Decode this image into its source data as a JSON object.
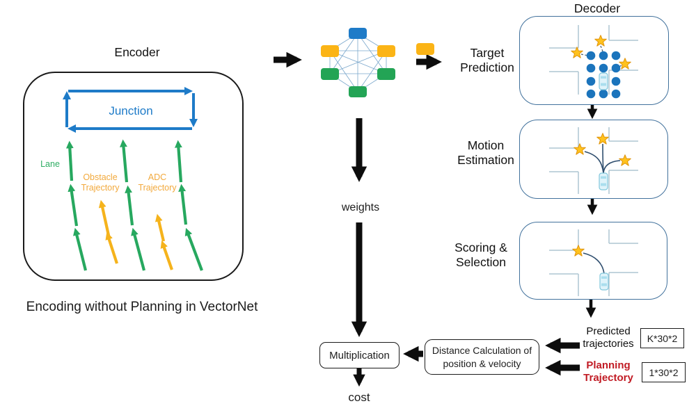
{
  "encoder": {
    "title": "Encoder",
    "junction_label": "Junction",
    "lane_label": "Lane",
    "obstacle_label": "Obstacle Trajectory",
    "adc_label": "ADC Trajectory",
    "caption": "Encoding without Planning  in VectorNet"
  },
  "graph": {
    "icon": "fully-connected-interaction-graph",
    "node_colors": [
      "#1E7BC8",
      "#FBB416",
      "#FBB416",
      "#23A455",
      "#23A455",
      "#23A455"
    ],
    "token_color": "#FBB416"
  },
  "pipeline": {
    "weights_label": "weights",
    "multiplication_label": "Multiplication",
    "cost_label": "cost",
    "distance_calc_label": "Distance Calculation of position & velocity"
  },
  "decoder": {
    "title": "Decoder",
    "stages": [
      {
        "label": "Target Prediction"
      },
      {
        "label": "Motion Estimation"
      },
      {
        "label": "Scoring & Selection"
      }
    ]
  },
  "outputs": {
    "predicted_label": "Predicted trajectories",
    "predicted_dims": "K*30*2",
    "planning_label": "Planning Trajectory",
    "planning_dims": "1*30*2"
  },
  "icons": {
    "star_icon": "gold-star-target-candidate",
    "car_icon": "ego-vehicle-top-view",
    "target_dot": "candidate-target-point"
  },
  "colors": {
    "junction_blue": "#1E7BC8",
    "lane_green": "#27A85F",
    "trajectory_amber": "#F5B31C",
    "planning_red": "#C11B24",
    "decoder_border": "#41719C",
    "dot_blue": "#1B74BC",
    "star_gold": "#FFC21E",
    "car_blue": "#DFF3FA",
    "road_gray": "#AEC6D2",
    "flow_black": "#0d0d0d"
  }
}
